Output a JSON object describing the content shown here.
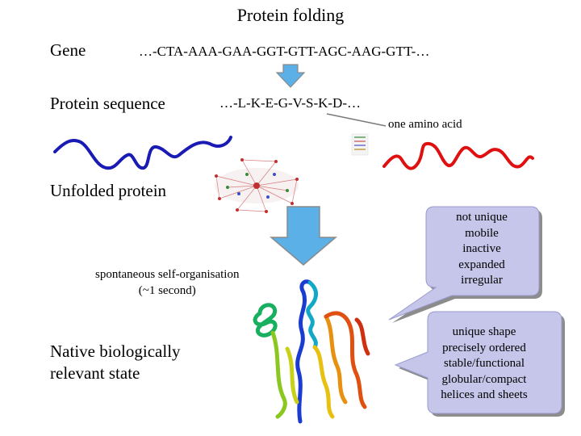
{
  "title": "Protein folding",
  "gene": {
    "label": "Gene",
    "sequence": "…-CTA-AAA-GAA-GGT-GTT-AGC-AAG-GTT-…"
  },
  "protein": {
    "label": "Protein sequence",
    "sequence": "…-L-K-E-G-V-S-K-D-…",
    "amino_acid_note": "one amino acid"
  },
  "unfolded": {
    "label": "Unfolded protein"
  },
  "process": {
    "line1": "spontaneous self-organisation",
    "line2": "(~1 second)"
  },
  "native": {
    "line1": "Native biologically",
    "line2": "relevant state"
  },
  "callout_unfolded": {
    "lines": [
      "not unique",
      "mobile",
      "inactive",
      "expanded",
      "irregular"
    ]
  },
  "callout_native": {
    "lines": [
      "unique shape",
      "precisely ordered",
      "stable/functional",
      "globular/compact",
      "helices and sheets"
    ]
  },
  "colors": {
    "arrow_fill": "#5bb0e8",
    "arrow_stroke": "#8a8a8a",
    "callout_fill": "#c6c6ea",
    "callout_shadow": "#8c8c8c",
    "blue_chain": "#1a1ab4",
    "red_chain": "#e01010",
    "pointer": "#7a7a7a"
  }
}
